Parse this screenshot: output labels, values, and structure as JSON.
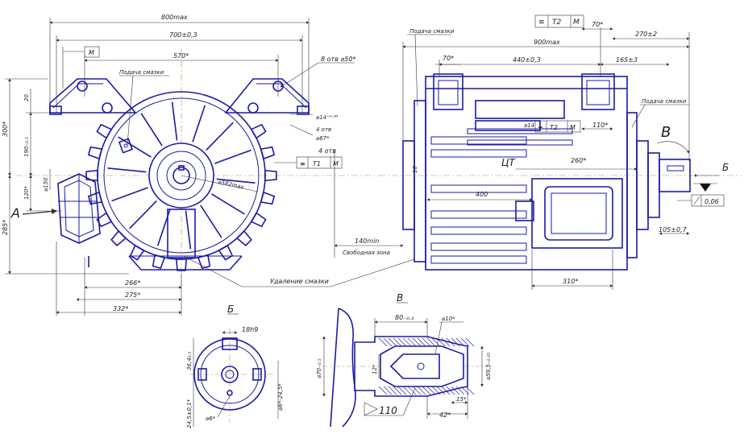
{
  "front_view": {
    "dim_overall": "800max",
    "dim_mount": "700±0,3",
    "dim_570": "570*",
    "datum_m": "M",
    "lubrication_feed": "Подача смазки",
    "holes_8": "8 отв ⌀50*",
    "holes_4_14": "⌀14⁺⁰·⁴³",
    "holes_4": "4 отв",
    "holes_4_67": "⌀67*",
    "holes_4b": "4 отв",
    "tol_frame": [
      "≡",
      "T1",
      "M"
    ],
    "dim_20": "20",
    "dim_190": "190₋₀.₅",
    "dim_300": "300*",
    "dim_285": "285*",
    "dim_120": "120*",
    "dim_150": "⌀150",
    "dim_dia_582": "⌀582max",
    "dim_266": "266*",
    "dim_275": "275*",
    "dim_332": "332*",
    "view_a": "A",
    "lubrication_removal": "Удаление смазки"
  },
  "side_view": {
    "lubrication_feed": "Подача смазки",
    "tol_frame_top": [
      "≡",
      "T2",
      "M"
    ],
    "dim_70_top": "70*",
    "dim_900": "900max",
    "dim_270": "270±2",
    "dim_70": "70*",
    "dim_440": "440±0,3",
    "dim_165": "165±3",
    "lubrication_feed_right": "Подача смазки",
    "dim_14": "⌀14",
    "tol_frame_mid": [
      "≡",
      "T2",
      "M"
    ],
    "dim_110": "110*",
    "view_b_label": "B",
    "arrow_b": "Б",
    "center_of_gravity": "ЦТ",
    "dim_260": "260*",
    "dim_10": "10",
    "dim_400": "400",
    "dim_006": "0,06",
    "dim_140": "140min",
    "free_zone": "Свободная зона",
    "dim_105": "105±0,7",
    "dim_310": "310*"
  },
  "detail_b": {
    "label": "Б",
    "dim_key": "18h9",
    "dim_364": "36,4₀.₅",
    "dim_245": "24,5±0,1*",
    "dim_6_245": "⌀6*-24,5*",
    "dim_6": "⌀6*"
  },
  "detail_v": {
    "label": "В",
    "dim_80": "80₋₀.₃",
    "dim_10": "⌀10*",
    "dim_70": "⌀70₋₀.₅",
    "dim_124": "12⁴",
    "dim_595": "⌀59,5₋₀.₀₅",
    "dim_15": "15*",
    "dim_42": "42*",
    "angle_110": "110"
  }
}
